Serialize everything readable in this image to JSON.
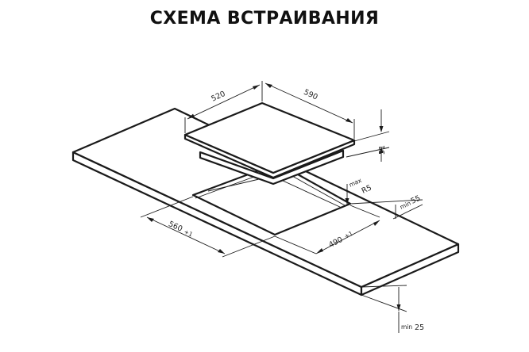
{
  "title": "СХЕМА ВСТРАИВАНИЯ",
  "dimensions": {
    "hob_depth": "520",
    "hob_width": "590",
    "hob_height": "51",
    "corner_radius_label": "max",
    "corner_radius_value": "R5",
    "edge_gap_label": "min",
    "edge_gap_value": "55",
    "cutout_width": "560",
    "cutout_width_tol": "+1",
    "cutout_depth": "490",
    "cutout_depth_tol": "+1",
    "worktop_label": "min",
    "worktop_value": "25"
  }
}
